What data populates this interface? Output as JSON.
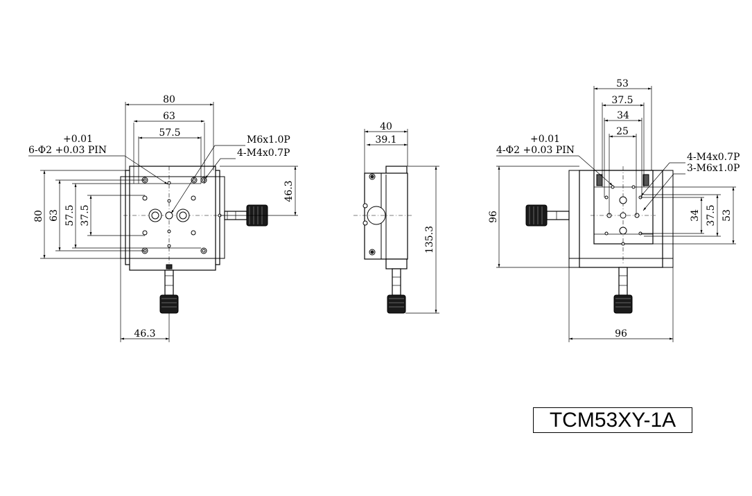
{
  "front_view": {
    "dims": {
      "width_80": "80",
      "width_63": "63",
      "width_57_5": "57.5",
      "height_80": "80",
      "height_63": "63",
      "height_57_5": "57.5",
      "height_37_5": "37.5",
      "offset_46_3_side": "46.3",
      "offset_46_3_bottom": "46.3"
    },
    "callouts": {
      "pin_tolerance": "+0.01",
      "pin_spec": "6-Φ2 +0.03 PIN",
      "thread_m6": "M6x1.0P",
      "thread_m4": "4-M4x0.7P"
    }
  },
  "side_view": {
    "dims": {
      "width_40": "40",
      "width_39_1": "39.1",
      "height_135_3": "135.3"
    }
  },
  "top_view": {
    "dims": {
      "width_53": "53",
      "width_37_5": "37.5",
      "width_34": "34",
      "width_25": "25",
      "height_34": "34",
      "height_37_5": "37.5",
      "height_53": "53",
      "height_96": "96",
      "width_96": "96"
    },
    "callouts": {
      "pin_tolerance": "+0.01",
      "pin_spec": "4-Φ2 +0.03 PIN",
      "thread_m4": "4-M4x0.7P",
      "thread_m6": "3-M6x1.0P"
    }
  },
  "model_number": "TCM53XY-1A"
}
